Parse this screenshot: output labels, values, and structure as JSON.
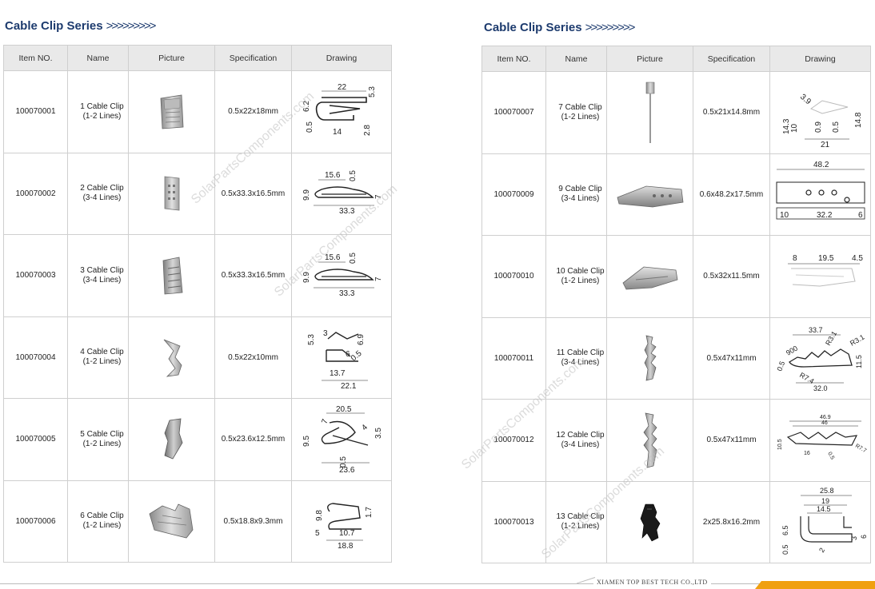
{
  "left": {
    "title": "Cable Clip Series",
    "chevrons": ">>>>>>>>>",
    "headers": [
      "Item NO.",
      "Name",
      "Picture",
      "Specification",
      "Drawing"
    ],
    "rows": [
      {
        "item": "100070001",
        "name1": "1 Cable Clip",
        "name2": "(1-2 Lines)",
        "spec": "0.5x22x18mm",
        "dims": [
          "22",
          "5.3",
          "6.2",
          "0.5",
          "14",
          "2.8"
        ]
      },
      {
        "item": "100070002",
        "name1": "2 Cable Clip",
        "name2": "(3-4 Lines)",
        "spec": "0.5x33.3x16.5mm",
        "dims": [
          "15.6",
          "0.5",
          "9.9",
          "7",
          "33.3"
        ]
      },
      {
        "item": "100070003",
        "name1": "3 Cable Clip",
        "name2": "(3-4 Lines)",
        "spec": "0.5x33.3x16.5mm",
        "dims": [
          "15.6",
          "0.5",
          "9.9",
          "7",
          "33.3"
        ]
      },
      {
        "item": "100070004",
        "name1": "4 Cable Clip",
        "name2": "(1-2 Lines)",
        "spec": "0.5x22x10mm",
        "dims": [
          "5.3",
          "3",
          "6.9",
          "6",
          "0.5",
          "13.7",
          "22.1"
        ]
      },
      {
        "item": "100070005",
        "name1": "5 Cable Clip",
        "name2": "(1-2 Lines)",
        "spec": "0.5x23.6x12.5mm",
        "dims": [
          "20.5",
          "7",
          "9.5",
          "4",
          "3.5",
          "0.5",
          "23.6"
        ]
      },
      {
        "item": "100070006",
        "name1": "6 Cable Clip",
        "name2": "(1-2 Lines)",
        "spec": "0.5x18.8x9.3mm",
        "dims": [
          "9.8",
          "1.7",
          "5",
          "10.7",
          "18.8"
        ]
      }
    ]
  },
  "right": {
    "title": "Cable Clip Series",
    "chevrons": ">>>>>>>>>",
    "headers": [
      "Item NO.",
      "Name",
      "Picture",
      "Specification",
      "Drawing"
    ],
    "rows": [
      {
        "item": "100070007",
        "name1": "7 Cable Clip",
        "name2": "(1-2 Lines)",
        "spec": "0.5x21x14.8mm",
        "dims": [
          "3.9",
          "14.3",
          "10",
          "0.9",
          "0.5",
          "14.8",
          "21"
        ]
      },
      {
        "item": "100070009",
        "name1": "9 Cable Clip",
        "name2": "(3-4 Lines)",
        "spec": "0.6x48.2x17.5mm",
        "dims": [
          "48.2",
          "10",
          "32.2",
          "6"
        ]
      },
      {
        "item": "100070010",
        "name1": "10 Cable Clip",
        "name2": "(1-2 Lines)",
        "spec": "0.5x32x11.5mm",
        "dims": [
          "8",
          "19.5",
          "4.5"
        ]
      },
      {
        "item": "100070011",
        "name1": "11 Cable Clip",
        "name2": "(3-4 Lines)",
        "spec": "0.5x47x11mm",
        "dims": [
          "33.7",
          "R3.1",
          "R3.1",
          "900",
          "0.5",
          "11.5",
          "R7.4",
          "32.0"
        ]
      },
      {
        "item": "100070012",
        "name1": "12 Cable Clip",
        "name2": "(3-4 Lines)",
        "spec": "0.5x47x11mm",
        "dims": [
          "46.9",
          "46",
          "10.5",
          "16",
          "0.5",
          "R7.7"
        ]
      },
      {
        "item": "100070013",
        "name1": "13 Cable Clip",
        "name2": "(1-2 Lines)",
        "spec": "2x25.8x16.2mm",
        "dims": [
          "25.8",
          "19",
          "14.5",
          "6.5",
          "0.5",
          "2",
          "3",
          "6"
        ]
      }
    ]
  },
  "watermark": "SolarPartsComponents.com",
  "footer": {
    "company": "XIAMEN TOP BEST TECH CO.,LTD"
  },
  "colors": {
    "title": "#1d3b6e",
    "header_bg": "#e9e9e9",
    "footer_accent": "#f0a010"
  }
}
